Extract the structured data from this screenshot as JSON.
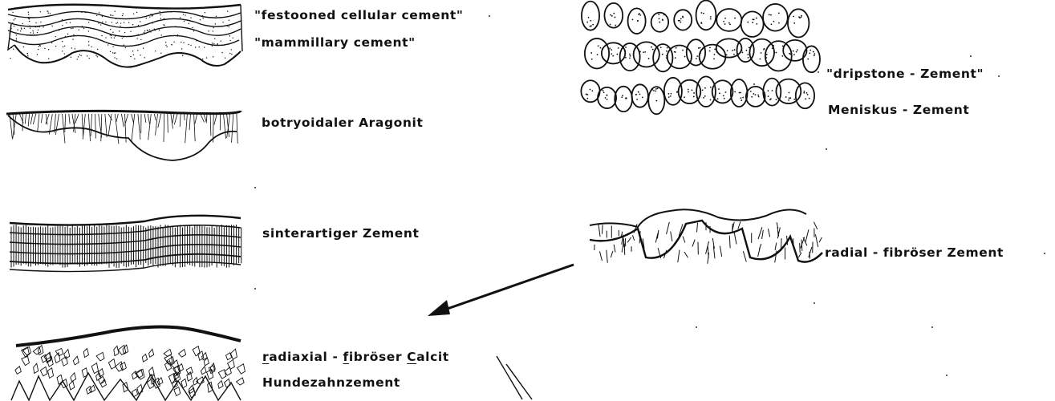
{
  "labels": {
    "festooned": "\"festooned cellular cement\"",
    "mammillary": "\"mammillary cement\"",
    "botryoidal": "botryoidaler Aragonit",
    "sinter": "sinterartiger Zement",
    "radiaxial_r": "r",
    "radiaxial_a": "adiaxial - ",
    "radiaxial_f": "f",
    "radiaxial_b": "ibröser ",
    "radiaxial_c": "C",
    "radiaxial_d": "alcit",
    "hundezahn": "Hundezahnzement",
    "dripstone": "\"dripstone - Zement\"",
    "meniskus": "Meniskus - Zement",
    "radial": "radial - fibröser Zement"
  },
  "colors": {
    "ink": "#111111",
    "paper": "#ffffff"
  }
}
